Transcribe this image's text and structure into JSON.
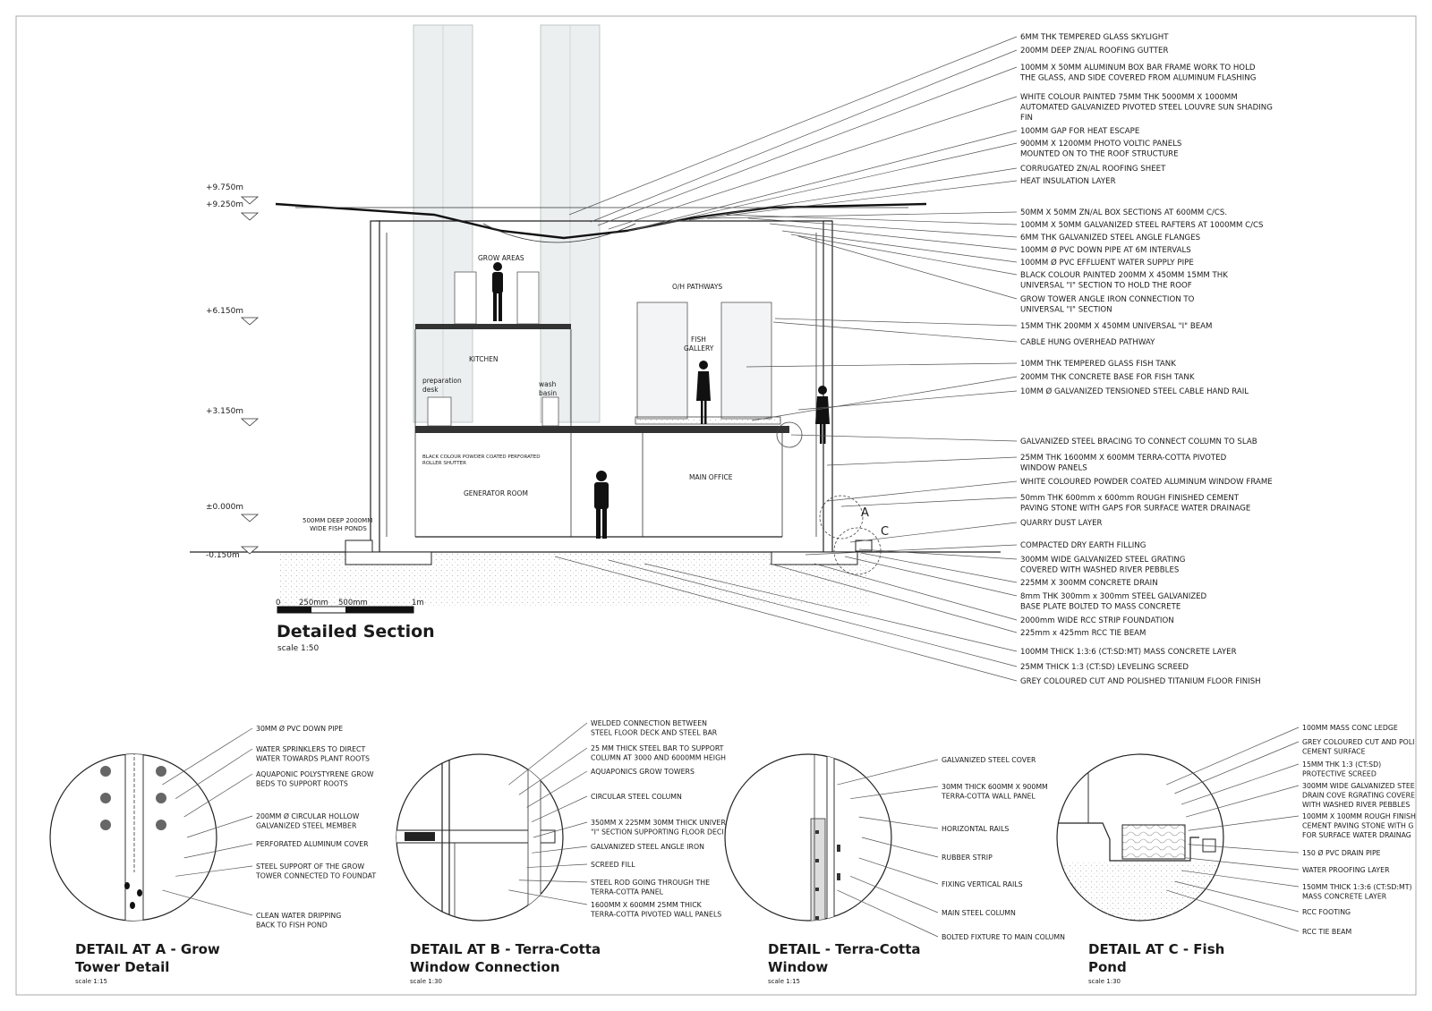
{
  "section": {
    "title": "Detailed Section",
    "scale": "scale 1:50",
    "scalebar": [
      "0",
      "250mm",
      "500mm",
      "1m"
    ],
    "levels": [
      "+9.750m",
      "+9.250m",
      "+6.150m",
      "+3.150m",
      "±0.000m",
      "-0.150m"
    ],
    "rooms": {
      "grow_areas": "GROW AREAS",
      "oh_pathways": "O/H PATHWAYS",
      "kitchen": "KITCHEN",
      "preparation_desk": [
        "preparation",
        "desk"
      ],
      "wash_basin": [
        "wash",
        "basin"
      ],
      "fish_gallery": [
        "FISH",
        "GALLERY"
      ],
      "shutter": [
        "BLACK COLOUR POWDER COATED PERFORATED",
        "ROLLER SHUTTER"
      ],
      "generator_room": "GENERATOR ROOM",
      "main_office": "MAIN OFFICE",
      "fish_ponds": [
        "500MM DEEP 2000MM",
        "WIDE FISH PONDS"
      ]
    },
    "markers": [
      "A",
      "C"
    ],
    "notes": [
      [
        "6MM THK TEMPERED GLASS SKYLIGHT"
      ],
      [
        "200MM DEEP ZN/AL ROOFING GUTTER"
      ],
      [
        "100MM X 50MM ALUMINUM BOX BAR FRAME WORK TO HOLD",
        "THE GLASS, AND SIDE COVERED FROM ALUMINUM FLASHING"
      ],
      [
        "WHITE COLOUR PAINTED 75MM THK 5000MM X 1000MM",
        "AUTOMATED GALVANIZED PIVOTED STEEL LOUVRE SUN SHADING",
        "FIN"
      ],
      [
        "100MM GAP FOR HEAT ESCAPE"
      ],
      [
        "900MM X 1200MM PHOTO VOLTIC PANELS",
        "MOUNTED ON TO THE ROOF STRUCTURE"
      ],
      [
        "CORRUGATED ZN/AL ROOFING SHEET"
      ],
      [
        "HEAT INSULATION LAYER"
      ],
      [
        "50MM X 50MM ZN/AL BOX SECTIONS AT 600MM C/CS."
      ],
      [
        "100MM  X 50MM GALVANIZED STEEL RAFTERS AT 1000MM C/CS"
      ],
      [
        "6MM THK GALVANIZED STEEL ANGLE FLANGES"
      ],
      [
        "100MM Ø PVC DOWN PIPE AT 6M INTERVALS"
      ],
      [
        "100MM Ø PVC EFFLUENT WATER SUPPLY PIPE"
      ],
      [
        "BLACK COLOUR PAINTED 200MM X 450MM 15MM THK",
        "UNIVERSAL \"I\" SECTION TO HOLD THE ROOF"
      ],
      [
        "GROW TOWER ANGLE IRON CONNECTION TO",
        "UNIVERSAL \"I\" SECTION"
      ],
      [
        "15MM THK 200MM X 450MM UNIVERSAL \"I\" BEAM"
      ],
      [
        "CABLE HUNG OVERHEAD PATHWAY"
      ],
      [
        "10MM THK TEMPERED GLASS FISH TANK"
      ],
      [
        "200MM THK CONCRETE BASE FOR FISH TANK"
      ],
      [
        "10MM Ø GALVANIZED TENSIONED STEEL CABLE HAND RAIL"
      ],
      [
        "GALVANIZED STEEL BRACING TO CONNECT COLUMN TO SLAB"
      ],
      [
        "25MM THK 1600MM X 600MM TERRA-COTTA PIVOTED",
        "WINDOW PANELS"
      ],
      [
        "WHITE COLOURED POWDER COATED ALUMINUM WINDOW FRAME"
      ],
      [
        "50mm THK 600mm x 600mm ROUGH FINISHED CEMENT",
        "PAVING STONE WITH GAPS FOR SURFACE WATER DRAINAGE"
      ],
      [
        "QUARRY DUST LAYER"
      ],
      [
        "COMPACTED DRY EARTH FILLING"
      ],
      [
        "300MM WIDE GALVANIZED STEEL GRATING",
        "COVERED WITH WASHED RIVER PEBBLES"
      ],
      [
        "225MM X 300MM CONCRETE DRAIN"
      ],
      [
        "8mm THK 300mm x 300mm STEEL GALVANIZED",
        "BASE PLATE BOLTED TO MASS CONCRETE"
      ],
      [
        "2000mm WIDE RCC STRIP FOUNDATION"
      ],
      [
        "225mm x 425mm RCC TIE BEAM"
      ],
      [
        "100MM THICK 1:3:6 (CT:SD:MT) MASS CONCRETE LAYER"
      ],
      [
        "25MM THICK 1:3 (CT:SD) LEVELING SCREED"
      ],
      [
        "GREY COLOURED CUT AND POLISHED TITANIUM FLOOR FINISH"
      ]
    ]
  },
  "details": [
    {
      "title": [
        "DETAIL AT A - Grow",
        "Tower Detail"
      ],
      "scale": "scale 1:15",
      "notes": [
        [
          "30MM Ø PVC DOWN PIPE"
        ],
        [
          "WATER SPRINKLERS TO DIRECT",
          "WATER TOWARDS PLANT ROOTS"
        ],
        [
          "AQUAPONIC POLYSTYRENE GROW",
          "BEDS TO SUPPORT ROOTS"
        ],
        [
          "200MM Ø CIRCULAR HOLLOW",
          "GALVANIZED STEEL MEMBER"
        ],
        [
          "PERFORATED ALUMINUM COVER"
        ],
        [
          "STEEL SUPPORT OF THE GROW",
          "TOWER CONNECTED TO FOUNDAT"
        ],
        [
          "CLEAN WATER DRIPPING",
          "BACK TO FISH POND"
        ]
      ]
    },
    {
      "title": [
        "DETAIL AT B - Terra-Cotta",
        "Window Connection"
      ],
      "scale": "scale 1:30",
      "notes": [
        [
          "WELDED CONNECTION BETWEEN",
          "STEEL FLOOR DECK AND STEEL BAR"
        ],
        [
          "25 MM THICK STEEL BAR TO SUPPORT",
          "COLUMN AT 3000 AND 6000MM HEIGH"
        ],
        [
          "AQUAPONICS GROW TOWERS"
        ],
        [
          "CIRCULAR STEEL COLUMN"
        ],
        [
          "350MM X 225MM 30MM THICK UNIVER",
          "\"I\" SECTION SUPPORTING FLOOR DECI"
        ],
        [
          "GALVANIZED STEEL ANGLE IRON"
        ],
        [
          "SCREED FILL"
        ],
        [
          "STEEL ROD GOING THROUGH THE",
          "TERRA-COTTA PANEL"
        ],
        [
          "1600MM X 600MM 25MM THICK",
          "TERRA-COTTA PIVOTED WALL PANELS"
        ]
      ]
    },
    {
      "title": [
        "DETAIL - Terra-Cotta",
        "Window"
      ],
      "scale": "scale 1:15",
      "notes": [
        [
          "GALVANIZED STEEL COVER"
        ],
        [
          "30MM THICK 600MM X 900MM",
          "TERRA-COTTA WALL PANEL"
        ],
        [
          "HORIZONTAL RAILS"
        ],
        [
          "RUBBER STRIP"
        ],
        [
          "FIXING VERTICAL RAILS"
        ],
        [
          "MAIN STEEL COLUMN"
        ],
        [
          "BOLTED FIXTURE TO MAIN COLUMN"
        ]
      ]
    },
    {
      "title": [
        "DETAIL AT C - Fish",
        "Pond"
      ],
      "scale": "scale 1:30",
      "notes": [
        [
          "100MM MASS CONC LEDGE"
        ],
        [
          "GREY COLOURED CUT AND POLI",
          "CEMENT SURFACE"
        ],
        [
          "15MM THK 1:3 (CT:SD)",
          "PROTECTIVE SCREED"
        ],
        [
          "300MM WIDE GALVANIZED STEE",
          "DRAIN COVE RGRATING COVERE",
          "WITH WASHED RIVER PEBBLES"
        ],
        [
          "100MM X 100MM ROUGH FINISH",
          "CEMENT PAVING STONE WITH G",
          "FOR SURFACE WATER DRAINAG"
        ],
        [
          "150 Ø PVC DRAIN PIPE"
        ],
        [
          "WATER PROOFING LAYER"
        ],
        [
          "150MM THICK 1:3:6 (CT:SD:MT)",
          "MASS CONCRETE LAYER"
        ],
        [
          "RCC FOOTING"
        ],
        [
          "RCC TIE BEAM"
        ]
      ]
    }
  ]
}
